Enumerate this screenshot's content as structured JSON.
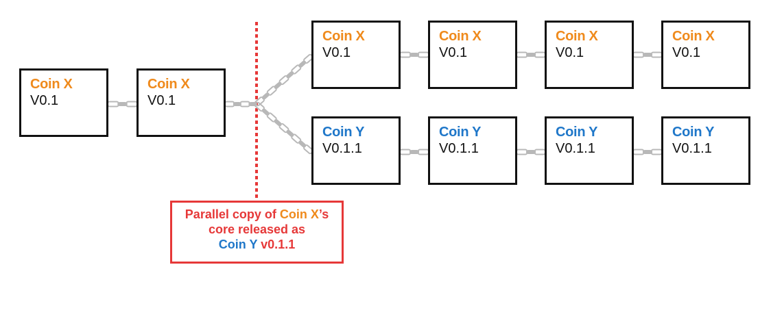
{
  "colors": {
    "coin_x": "#ef8a1c",
    "coin_y": "#1f77c9",
    "red": "#e63838",
    "chain": "#b8b8b8"
  },
  "blocks": [
    {
      "coin": "Coin X",
      "version": "V0.1",
      "color": "coin_x"
    },
    {
      "coin": "Coin X",
      "version": "V0.1",
      "color": "coin_x"
    },
    {
      "coin": "Coin X",
      "version": "V0.1",
      "color": "coin_x"
    },
    {
      "coin": "Coin X",
      "version": "V0.1",
      "color": "coin_x"
    },
    {
      "coin": "Coin X",
      "version": "V0.1",
      "color": "coin_x"
    },
    {
      "coin": "Coin X",
      "version": "V0.1",
      "color": "coin_x"
    },
    {
      "coin": "Coin Y",
      "version": "V0.1.1",
      "color": "coin_y"
    },
    {
      "coin": "Coin Y",
      "version": "V0.1.1",
      "color": "coin_y"
    },
    {
      "coin": "Coin Y",
      "version": "V0.1.1",
      "color": "coin_y"
    },
    {
      "coin": "Coin Y",
      "version": "V0.1.1",
      "color": "coin_y"
    }
  ],
  "callout": {
    "line1_prefix": "Parallel copy of ",
    "line1_coin": "Coin X",
    "line1_suffix": "’s",
    "line2": "core released as",
    "line3_coin": "Coin Y",
    "line3_version": " v0.1.1"
  }
}
